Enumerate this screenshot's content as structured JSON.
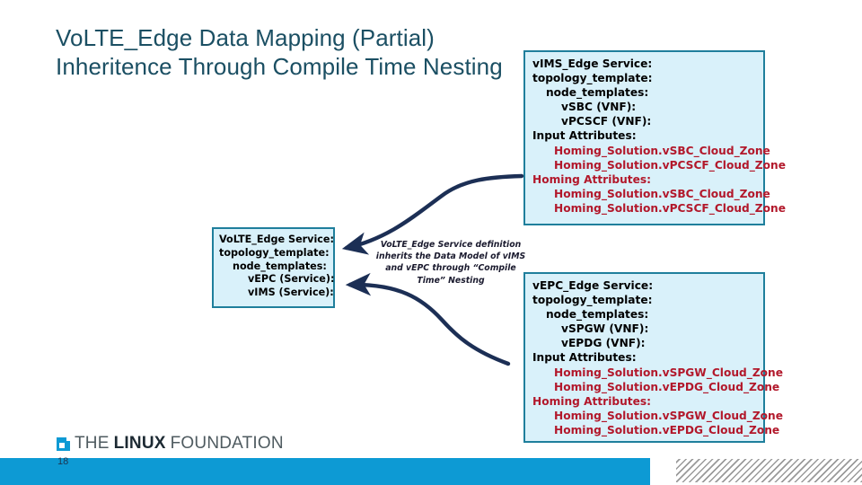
{
  "slide": {
    "title": "VoLTE_Edge Data Mapping (Partial) Inheritence Through Compile Time Nesting",
    "page_number": "18",
    "accent_blue": "#0d9ad4",
    "box_border": "#1f7f9c",
    "box_fill": "#d9f1fa",
    "highlight_red": "#b2182b",
    "title_color": "#1b4f63"
  },
  "boxes": {
    "volte_edge": {
      "name": "VoLTE_Edge Service",
      "lines": [
        {
          "text": "VoLTE_Edge Service:",
          "indent": 0,
          "color": "black"
        },
        {
          "text": "topology_template:",
          "indent": 0,
          "color": "black"
        },
        {
          "text": "node_templates:",
          "indent": 1,
          "color": "black"
        },
        {
          "text": "vEPC (Service):",
          "indent": 2,
          "color": "black"
        },
        {
          "text": "vIMS (Service):",
          "indent": 2,
          "color": "black"
        }
      ]
    },
    "vims_edge": {
      "name": "vIMS_Edge Service",
      "lines": [
        {
          "text": "vIMS_Edge Service:",
          "indent": 0,
          "color": "black"
        },
        {
          "text": "topology_template:",
          "indent": 0,
          "color": "black"
        },
        {
          "text": "node_templates:",
          "indent": 1,
          "color": "black"
        },
        {
          "text": "vSBC (VNF):",
          "indent": 2,
          "color": "black"
        },
        {
          "text": "vPCSCF (VNF):",
          "indent": 2,
          "color": "black"
        },
        {
          "text": "Input Attributes:",
          "indent": 0,
          "color": "black"
        },
        {
          "text": "Homing_Solution.vSBC_Cloud_Zone",
          "indent": 3,
          "color": "red"
        },
        {
          "text": "Homing_Solution.vPCSCF_Cloud_Zone",
          "indent": 3,
          "color": "red"
        },
        {
          "text": "Homing Attributes:",
          "indent": 0,
          "color": "red"
        },
        {
          "text": "Homing_Solution.vSBC_Cloud_Zone",
          "indent": 3,
          "color": "red"
        },
        {
          "text": "Homing_Solution.vPCSCF_Cloud_Zone",
          "indent": 3,
          "color": "red"
        }
      ]
    },
    "vepc_edge": {
      "name": "vEPC_Edge Service",
      "lines": [
        {
          "text": "vEPC_Edge Service:",
          "indent": 0,
          "color": "black"
        },
        {
          "text": "topology_template:",
          "indent": 0,
          "color": "black"
        },
        {
          "text": "node_templates:",
          "indent": 1,
          "color": "black"
        },
        {
          "text": "vSPGW (VNF):",
          "indent": 2,
          "color": "black"
        },
        {
          "text": "vEPDG (VNF):",
          "indent": 2,
          "color": "black"
        },
        {
          "text": "Input Attributes:",
          "indent": 0,
          "color": "black"
        },
        {
          "text": "Homing_Solution.vSPGW_Cloud_Zone",
          "indent": 3,
          "color": "red"
        },
        {
          "text": "Homing_Solution.vEPDG_Cloud_Zone",
          "indent": 3,
          "color": "red"
        },
        {
          "text": "Homing Attributes:",
          "indent": 0,
          "color": "red"
        },
        {
          "text": "Homing_Solution.vSPGW_Cloud_Zone",
          "indent": 3,
          "color": "red"
        },
        {
          "text": "Homing_Solution.vEPDG_Cloud_Zone",
          "indent": 3,
          "color": "red"
        }
      ]
    }
  },
  "caption": {
    "text": "VoLTE_Edge Service definition inherits the Data Model of vIMS and vEPC through “Compile Time” Nesting"
  },
  "arrows": [
    {
      "name": "vims-to-volte-arrow",
      "from": "vIMS_Edge Service",
      "to": "VoLTE_Edge Service"
    },
    {
      "name": "vepc-to-volte-arrow",
      "from": "vEPC_Edge Service",
      "to": "VoLTE_Edge Service"
    }
  ],
  "footer": {
    "logo": {
      "word_the": "THE",
      "word_linux": "LINUX",
      "word_foundation": "FOUNDATION"
    }
  }
}
